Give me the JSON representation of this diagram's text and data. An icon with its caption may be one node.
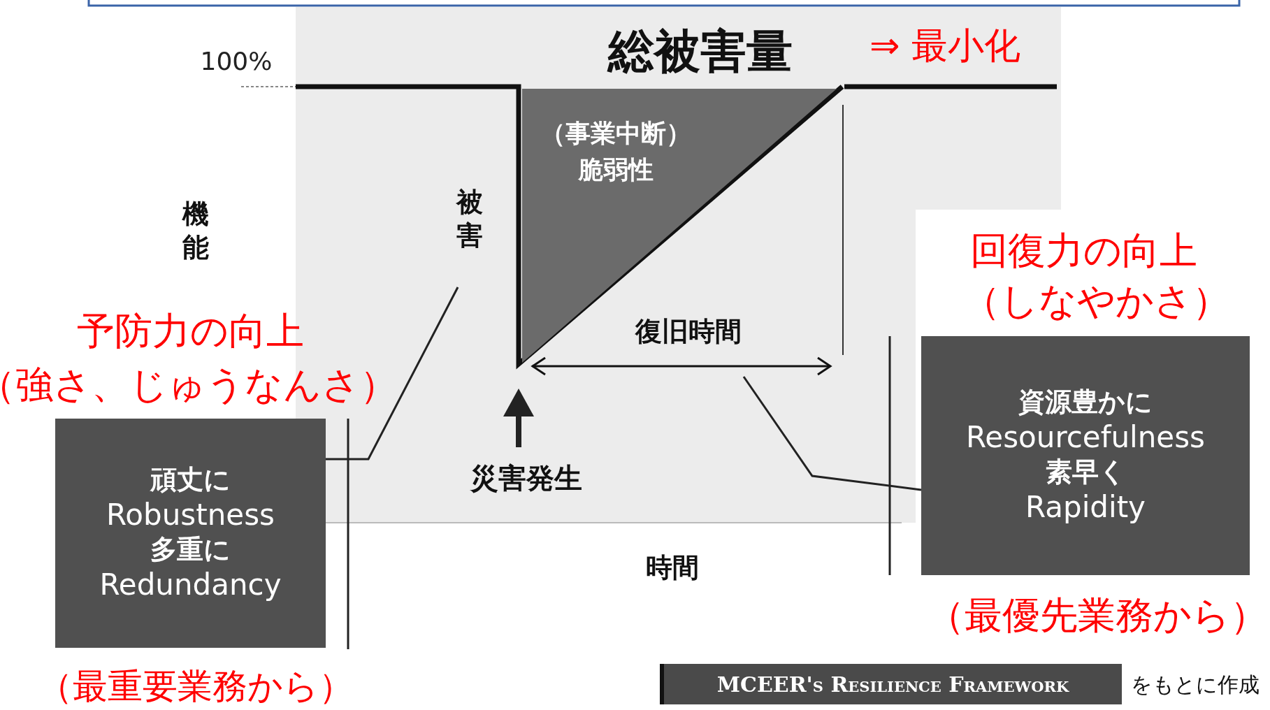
{
  "diagram": {
    "title": "総被害量",
    "nodes": [
      {
        "text": [
          "（事業中断）脆弱性"
        ]
      },
      {
        "text": [
          "頑丈に",
          "Robustness",
          "多重に",
          "Redundancy"
        ]
      },
      {
        "text": [
          "資源豊かに",
          "Resourcefulness",
          "素早く",
          "Rapidity"
        ]
      },
      {
        "text": [
          "MCEER's Resilience Framework"
        ]
      }
    ],
    "edges": [
      {
        "from": 1,
        "to": null,
        "arrow": "none"
      },
      {
        "from": 2,
        "to": null,
        "arrow": "none"
      }
    ],
    "labels": [
      "⇒ 最小化",
      "100%",
      "機能",
      "被害",
      "回復力の向上",
      "（しなやかさ）",
      "予防力の向上",
      "復旧時間",
      "（強さ、じゅうなんさ）",
      "災害発生",
      "時間",
      "（最優先業務から）",
      "（最重要業務から）",
      "をもとに作成"
    ]
  }
}
